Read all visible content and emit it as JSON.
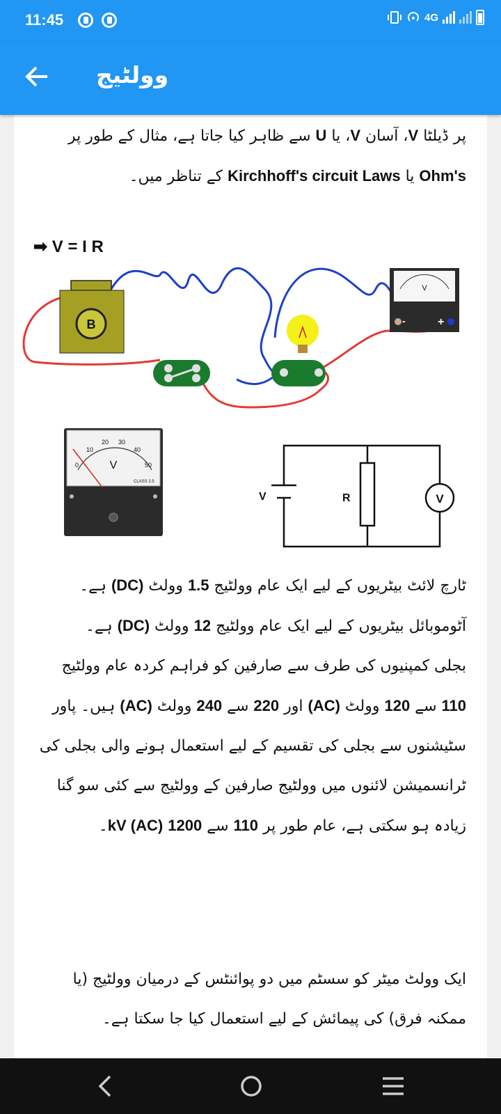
{
  "status_bar": {
    "time": "11:45",
    "network": "4G"
  },
  "app_bar": {
    "title": "وولٹیج",
    "back_icon": "arrow-left-icon"
  },
  "content": {
    "para1": {
      "line1_a": "پر ڈیلٹا ",
      "line1_b": "V",
      "line1_c": "، آسان ",
      "line1_d": "V",
      "line1_e": "، یا ",
      "line1_f": "U",
      "line1_g": " سے ظاہر کیا جاتا ہے، مثال کے طور پر ",
      "line2_a": "Ohm's",
      "line2_b": " یا ",
      "line2_c": "Kirchhoff's circuit Laws",
      "line2_d": " کے تناظر میں۔"
    },
    "formula": "➡ V = I R",
    "figure": {
      "battery_label": "B",
      "meter_unit": "V",
      "meter_ticks": [
        "0",
        "10",
        "20",
        "30",
        "40",
        "50"
      ],
      "meter_class": "CLASS 2.5",
      "meter_plus": "+",
      "meter_minus": "-",
      "schematic_v": "V",
      "schematic_r": "R",
      "schematic_meter": "V"
    },
    "para2": {
      "s1_a": "ٹارچ لائٹ بیٹریوں کے لیے ایک عام وولٹیج ",
      "s1_b": "1.5",
      "s1_c": " وولٹ ",
      "s1_d": "(DC)",
      "s1_e": " ہے۔ آٹوموبائل بیٹریوں کے لیے ایک عام وولٹیج ",
      "s1_f": "12",
      "s1_g": " وولٹ ",
      "s1_h": "(DC)",
      "s1_i": " ہے۔",
      "s2_a": "بجلی کمپنیوں کی طرف سے صارفین کو فراہم کردہ عام وولٹیج ",
      "s2_b": "110",
      "s2_c": " سے ",
      "s2_d": "120",
      "s2_e": " وولٹ ",
      "s2_f": "(AC)",
      "s2_g": " اور ",
      "s2_h": "220",
      "s2_i": " سے ",
      "s2_j": "240",
      "s2_k": " وولٹ ",
      "s2_l": "(AC)",
      "s2_m": " ہیں۔ پاور سٹیشنوں سے بجلی کی تقسیم کے لیے استعمال ہونے والی بجلی کی ٹرانسمیشن لائنوں میں وولٹیج صارفین کے وولٹیج سے کئی سو گنا زیادہ ہو سکتی ہے، عام طور پر ",
      "s2_n": "110",
      "s2_o": " سے ",
      "s2_p": "1200",
      "s2_q": " ",
      "s2_r": "kV (AC)",
      "s2_s": "۔"
    },
    "para3": "ایک وولٹ میٹر کو سسٹم میں دو پوائنٹس کے درمیان وولٹیج (یا ممکنہ فرق) کی پیمائش کے لیے استعمال کیا جا سکتا ہے۔"
  },
  "nav_bar": {
    "back_icon": "nav-back-icon",
    "home_icon": "nav-home-icon",
    "menu_icon": "nav-menu-icon"
  }
}
